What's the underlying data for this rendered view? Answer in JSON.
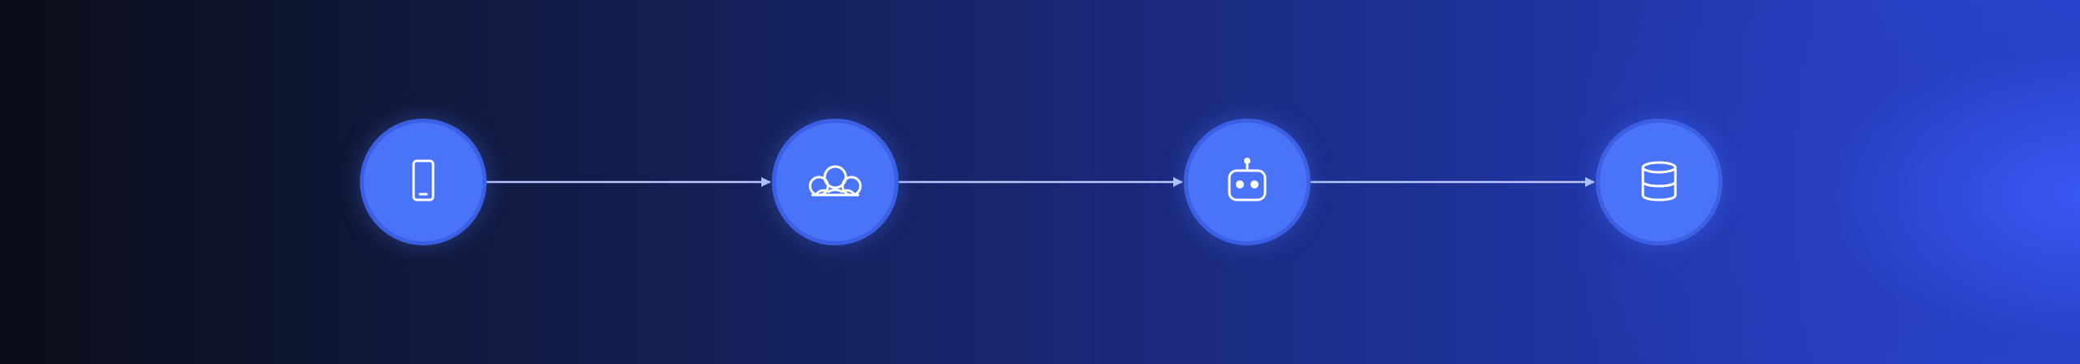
{
  "diagram": {
    "background_colors": {
      "left": "#0a0d18",
      "right": "#2b46d6"
    },
    "node_color": "#4a74f7",
    "node_border_color": "#3b60e6",
    "connector_color": "#b9c6ff",
    "nodes": [
      {
        "icon": "smartphone-icon"
      },
      {
        "icon": "cloud-icon"
      },
      {
        "icon": "robot-icon"
      },
      {
        "icon": "database-icon"
      }
    ],
    "edges": [
      {
        "from": 0,
        "to": 1
      },
      {
        "from": 1,
        "to": 2
      },
      {
        "from": 2,
        "to": 3
      }
    ]
  }
}
